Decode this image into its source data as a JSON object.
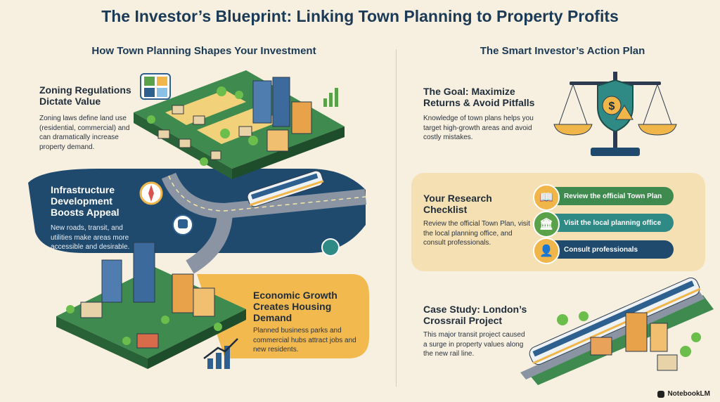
{
  "title": "The Investor’s Blueprint: Linking Town Planning to Property Profits",
  "left": {
    "heading": "How Town Planning Shapes Your Investment",
    "zoning": {
      "title": "Zoning Regulations Dictate Value",
      "body": "Zoning laws define land use (residential, commercial) and can dramatically increase property demand."
    },
    "infrastructure": {
      "title": "Infrastructure Development Boosts Appeal",
      "body": "New roads, transit, and utilities make areas more accessible and desirable."
    },
    "economic": {
      "title": "Economic Growth Creates Housing Demand",
      "body": "Planned business parks and commercial hubs attract jobs and new residents."
    }
  },
  "right": {
    "heading": "The Smart Investor’s Action Plan",
    "goal": {
      "title": "The Goal: Maximize Returns & Avoid Pitfalls",
      "body": "Knowledge of town plans helps you target high-growth areas and avoid costly mistakes."
    },
    "checklist": {
      "title": "Your Research Checklist",
      "body": "Review the official Town Plan, visit the local planning office, and consult professionals.",
      "items": [
        "Review the official Town Plan",
        "Visit the local planning office",
        "Consult professionals"
      ]
    },
    "case": {
      "title": "Case Study: London’s Crossrail Project",
      "body": "This major transit project caused a surge in property values along the new rail line."
    }
  },
  "brand": "NotebookLM",
  "colors": {
    "navy": "#1b3a55",
    "teal": "#2f8a85",
    "orange": "#f0b64a",
    "green": "#5aa24a",
    "blue": "#2d5f8f"
  },
  "icons": [
    "house-icon",
    "compass-icon",
    "train-icon",
    "scales-icon",
    "dollar-shield-icon",
    "book-icon",
    "building-icon",
    "person-icon",
    "growth-chart-icon"
  ]
}
